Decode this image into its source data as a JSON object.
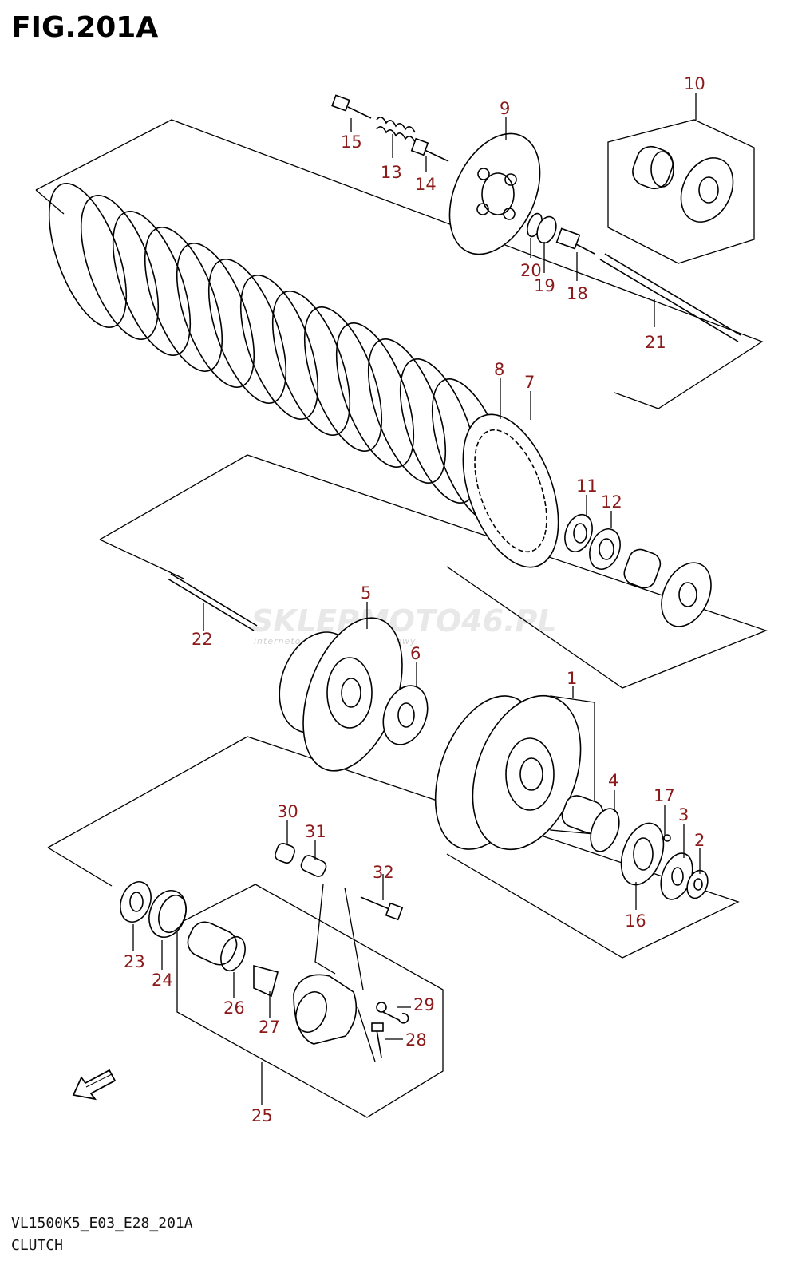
{
  "figure": {
    "title": "FIG.201A",
    "code": "VL1500K5_E03_E28_201A",
    "section": "CLUTCH"
  },
  "watermark": {
    "brand": "SKLEPMOTO46.PL",
    "tagline": "internetowy sklep motocyklowy"
  },
  "callouts": [
    "1",
    "2",
    "3",
    "4",
    "5",
    "6",
    "7",
    "8",
    "9",
    "10",
    "11",
    "12",
    "13",
    "14",
    "15",
    "16",
    "17",
    "18",
    "19",
    "20",
    "21",
    "22",
    "23",
    "24",
    "25",
    "26",
    "27",
    "28",
    "29",
    "30",
    "31",
    "32"
  ],
  "colors": {
    "callout": "#8b1a1a",
    "line": "#000000",
    "watermark": "#e6e6e6"
  },
  "icons": {
    "direction_arrow": "front-direction-arrow-icon"
  }
}
